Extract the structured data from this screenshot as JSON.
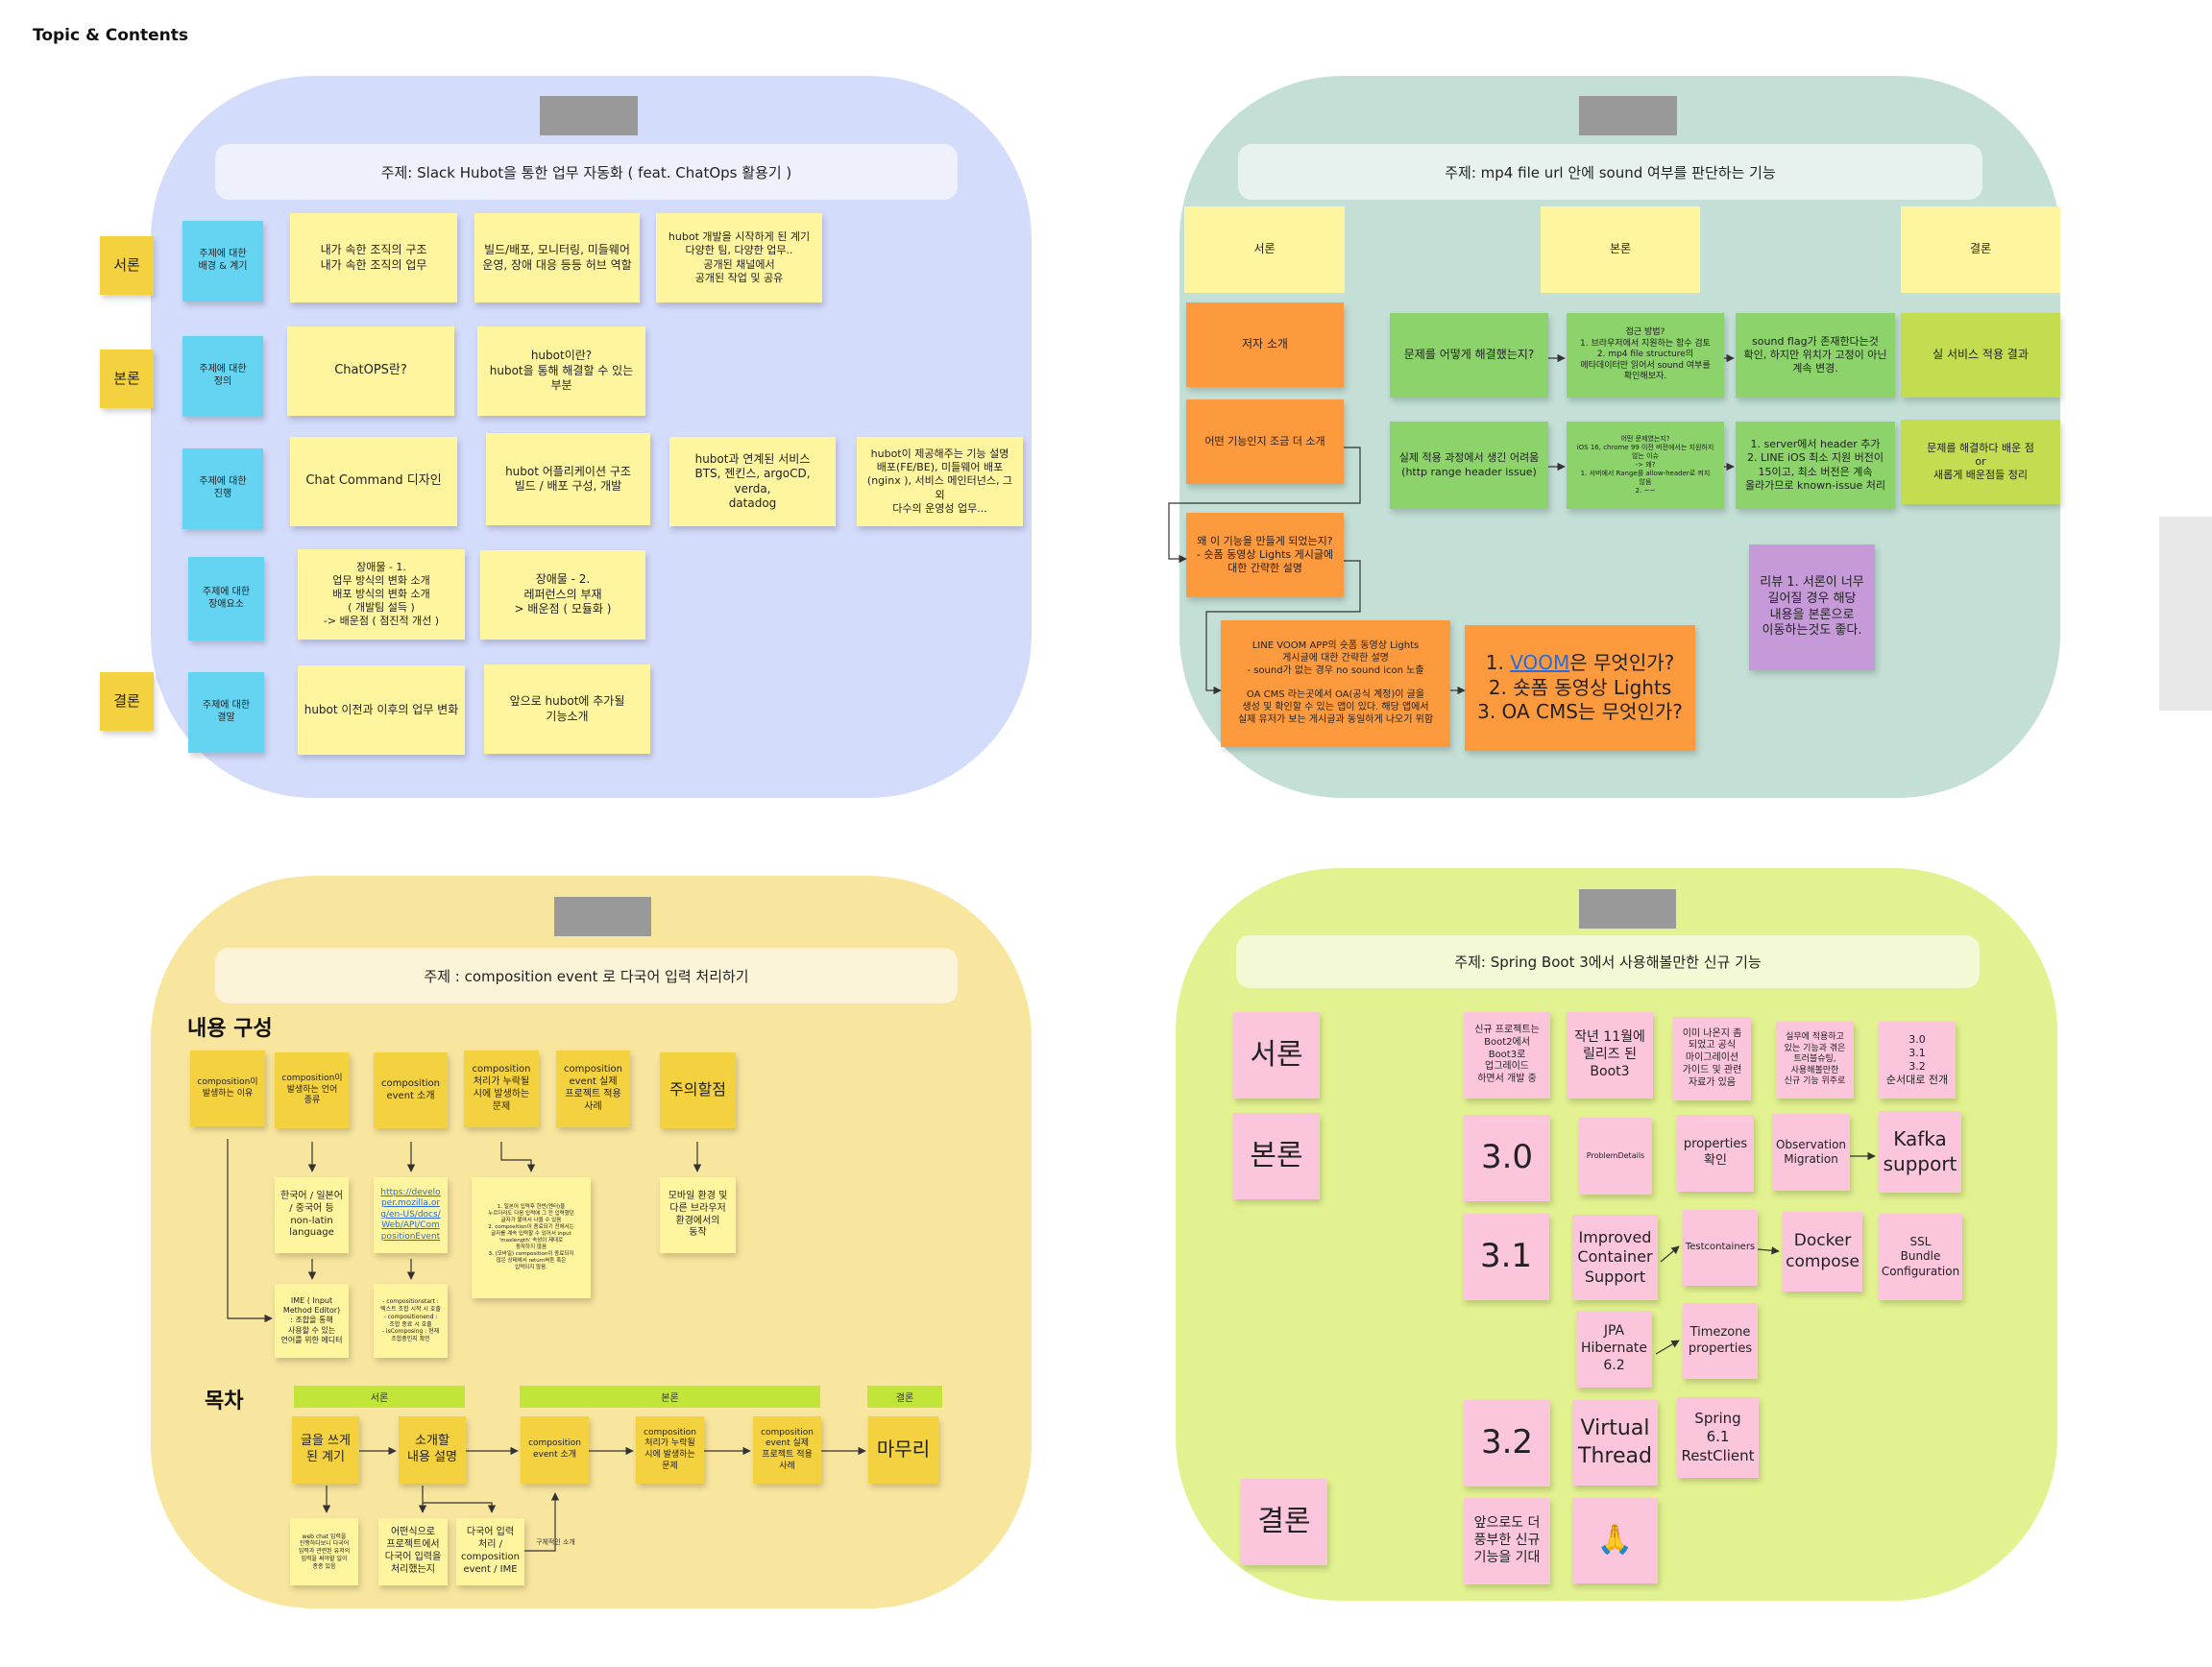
{
  "page": {
    "title": "Topic & Contents"
  },
  "board1": {
    "topic": "주제: Slack Hubot을 통한 업무 자동화 ( feat. ChatOps 활용기 )",
    "sections": [
      "서론",
      "본론",
      "결론"
    ],
    "rows": [
      "주제에 대한\n배경 & 계기",
      "주제에 대한\n정의",
      "주제에 대한\n진행",
      "주제에 대한\n장애요소",
      "주제에 대한\n결말"
    ],
    "notes": [
      "내가 속한 조직의 구조\n내가 속한 조직의 업무",
      "빌드/배포, 모니터링, 미들웨어\n운영, 장애 대응 등등 허브 역할",
      "hubot 개발을 시작하게 된 계기\n다양한 팀, 다양한 업무..\n공개된 채널에서\n공개된 작업 및 공유",
      "ChatOPS란?",
      "hubot이란?\nhubot을 통해 해결할 수 있는\n부분",
      "Chat Command 디자인",
      "hubot 어플리케이션 구조\n빌드 / 배포 구성, 개발",
      "hubot과 연계된 서비스\nBTS, 젠킨스, argoCD, verda,\ndatadog",
      "hubot이 제공해주는 기능 설명\n배포(FE/BE), 미들웨어 배포\n(nginx ), 서비스 메인터넌스, 그 외\n다수의 운영성 업무...",
      "장애물 - 1.\n업무 방식의 변화 소개\n배포 방식의 변화 소개\n( 개발팀 설득 )\n-> 배운점 ( 점진적 개선 )",
      "장애물 - 2.\n레퍼런스의 부재\n> 배운점 ( 모듈화 )",
      "hubot 이전과 이후의 업무 변화",
      "앞으로 hubot에 추가될\n기능소개"
    ]
  },
  "board2": {
    "topic": "주제: mp4 file url 안에 sound 여부를 판단하는 기능",
    "headers": [
      "서론",
      "본론",
      "결론"
    ],
    "intro": [
      "저자 소개",
      "어떤 기능인지 조금 더 소개",
      "왜 이 기능을 만들게 되었는지?\n- 숏폼 동영상 Lights 게시글에\n대한 간략한 설명",
      "LINE VOOM APP의 숏폼 동영상 Lights\n게시글에 대한 간략한 설명\n- sound가 없는 경우 no sound icon 노출\n\nOA CMS 라는곳에서 OA(공식 계정)이 글을\n생성 및 확인할 수 있는 앱이 있다. 해당 앱에서\n실제 유저가 보는 게시글과 동일하게 나오기 위함"
    ],
    "questions": {
      "q1_num": "1. ",
      "q1_link": "VOOM",
      "q1_rest": "은 무엇인가?",
      "q2": "2. 숏폼 동영상 Lights",
      "q3": "3.  OA CMS는 무엇인가?"
    },
    "body": [
      "문제를 어떻게 해결했는지?",
      "접근 방법?\n1. 브라우저에서 지원하는 함수 검토\n2. mp4 file structure의\n메타데이터만 읽어서 sound 여부를\n확인해보자.",
      "sound flag가 존재한다는것\n확인, 하지만 위치가 고정이 아닌\n계속 변경.",
      "실제 적용 과정에서 생긴 어려움\n(http range header issue)",
      "어떤 문제였는지?\niOS 16, chrome 99 이전 버전에서는 지원하지\n않는 이슈\n-> 왜?\n1. 서버에서 Range를 allow-header로 켜지\n않음\n2. ~~",
      "1. server에서 header 추가\n2. LINE iOS 최소 지원 버전이\n15이고, 최소 버전은 계속\n올라가므로 known-issue 처리"
    ],
    "conclusion": [
      "실 서비스 적용 결과",
      "문제를 해결하다 배운 점\nor\n새롭게 배운점들 정리"
    ],
    "review": "리뷰 1. 서론이 너무\n길어질 경우 해당\n내용을 본론으로\n이동하는것도 좋다."
  },
  "board3": {
    "topic": "주제 : composition event 로 다국어 입력 처리하기",
    "heading_content": "내용 구성",
    "heading_toc": "목차",
    "content_notes": [
      "composition이\n발생하는 이유",
      "composition이\n발생하는 언어\n종류",
      "composition\nevent 소개",
      "composition\n처리가 누락될\n시에 발생하는\n문제",
      "composition\nevent 실제\n프로젝트 적용\n사례",
      "주의할점"
    ],
    "sub_notes": {
      "lang": "한국어 / 일본어\n/ 중국어 등\nnon-latin\nlanguage",
      "link": "https://developer.mozilla.org/en-US/docs/Web/API/CompositionEvent",
      "problem": "1. 일본어 입력후 한번(엔터)을\n누르더라도 다음 입력에 그 전 입력했던\n글자가 붙어서 나올 수 있음\n2. composition이 종료되기 전에서는\n글자를 계속 입력할 수 있어서 input\n'maxlength' 속성이 제대로\n동작하지 않음\n3. (모바일) composition이 종료되지\n않은 상태에서 return버튼 혹은\n입력되지 않음.",
      "mobile": "모바일 환경 및\n다른 브라우저\n환경에서의\n동작",
      "ime": "IME ( Input\nMethod Editor)\n: 조합을 통해\n사용할 수 있는\n언어를 위한 에디터",
      "events": "- compositionstart :\n텍스트 조합 시작 시 호출\n- compositionend :\n조합 종료 시 호출\n- isComposing : 현재\n조합중인지 확인"
    },
    "toc_bars": [
      "서론",
      "본론",
      "결론"
    ],
    "toc_notes": [
      "글을 쓰게\n된 계기",
      "소개할\n내용 설명",
      "composition\nevent 소개",
      "composition\n처리가 누락될\n시에 발생하는\n문제",
      "composition\nevent 실제\n프로젝트 적용\n사례",
      "마무리"
    ],
    "toc_sub": [
      "web chat 입력을\n진행하다보니 다국어\n입력과 관련된 유저의\n입력을 써야할 일이\n종종 있음",
      "어떤식으로\n프로젝트에서\n다국어 입력을\n처리했는지",
      "다국어 입력\n처리 /\ncomposition\nevent / IME"
    ],
    "toc_note_small": "구체적인 소개"
  },
  "board4": {
    "topic": "주제: Spring Boot 3에서 사용해볼만한 신규 기능",
    "sections": [
      "서론",
      "본론",
      "결론"
    ],
    "intro_notes": [
      "신규 프로젝트는\nBoot2에서\nBoot3로\n업그레이드\n하면서 개발 중",
      "작년 11월에\n릴리즈 된\nBoot3",
      "이미 나온지 좀\n되었고 공식\n마이그레이션\n가이드 및 관련\n자료가 있음",
      "실무에 적용하고\n있는 기능과 겪은\n트러블슈팅,\n사용해볼만한\n신규 기능 위주로",
      "3.0\n3.1\n3.2\n순서대로 전개"
    ],
    "v30": [
      "3.0",
      "ProblemDetails",
      "properties\n확인",
      "Observation\nMigration",
      "Kafka\nsupport"
    ],
    "v31": [
      "3.1",
      "Improved\nContainer\nSupport",
      "Testcontainers",
      "Docker\ncompose",
      "SSL\nBundle\nConfiguration",
      "JPA\nHibernate\n6.2",
      "Timezone\nproperties"
    ],
    "v32": [
      "3.2",
      "Virtual\nThread",
      "Spring 6.1\nRestClient"
    ],
    "conclusion": [
      "앞으로도 더\n풍부한 신규\n기능을 기대",
      "🙏"
    ]
  }
}
